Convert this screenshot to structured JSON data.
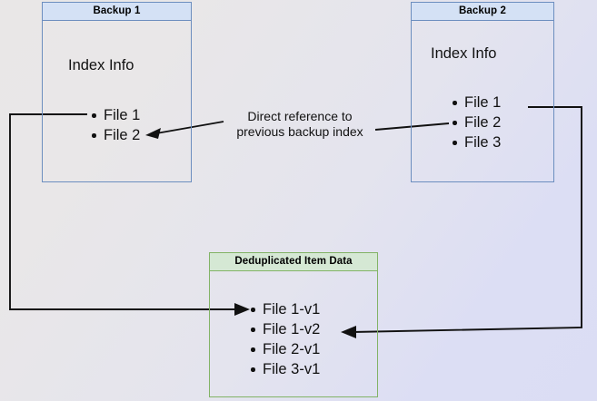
{
  "diagram": {
    "title_hidden": "Backup deduplication index reference diagram",
    "background": {
      "from": "#e9e7e7",
      "to": "#dcdef4"
    },
    "colors": {
      "blue_border": "#6c8ebf",
      "blue_fill": "#d4e1f5",
      "green_border": "#82b366",
      "green_fill": "#d5e8d4",
      "line": "#111111"
    },
    "boxes": [
      {
        "id": "backup1",
        "title": "Backup 1",
        "body_label": "Index Info",
        "items": [
          "File 1",
          "File 2"
        ]
      },
      {
        "id": "backup2",
        "title": "Backup 2",
        "body_label": "Index Info",
        "items": [
          "File 1",
          "File 2",
          "File 3"
        ]
      },
      {
        "id": "dedup",
        "title": "Deduplicated Item Data",
        "items": [
          "File 1-v1",
          "File 1-v2",
          "File 2-v1",
          "File 3-v1"
        ]
      }
    ],
    "annotations": [
      {
        "id": "direct-reference",
        "line1": "Direct reference to",
        "line2": "previous backup index"
      }
    ]
  }
}
